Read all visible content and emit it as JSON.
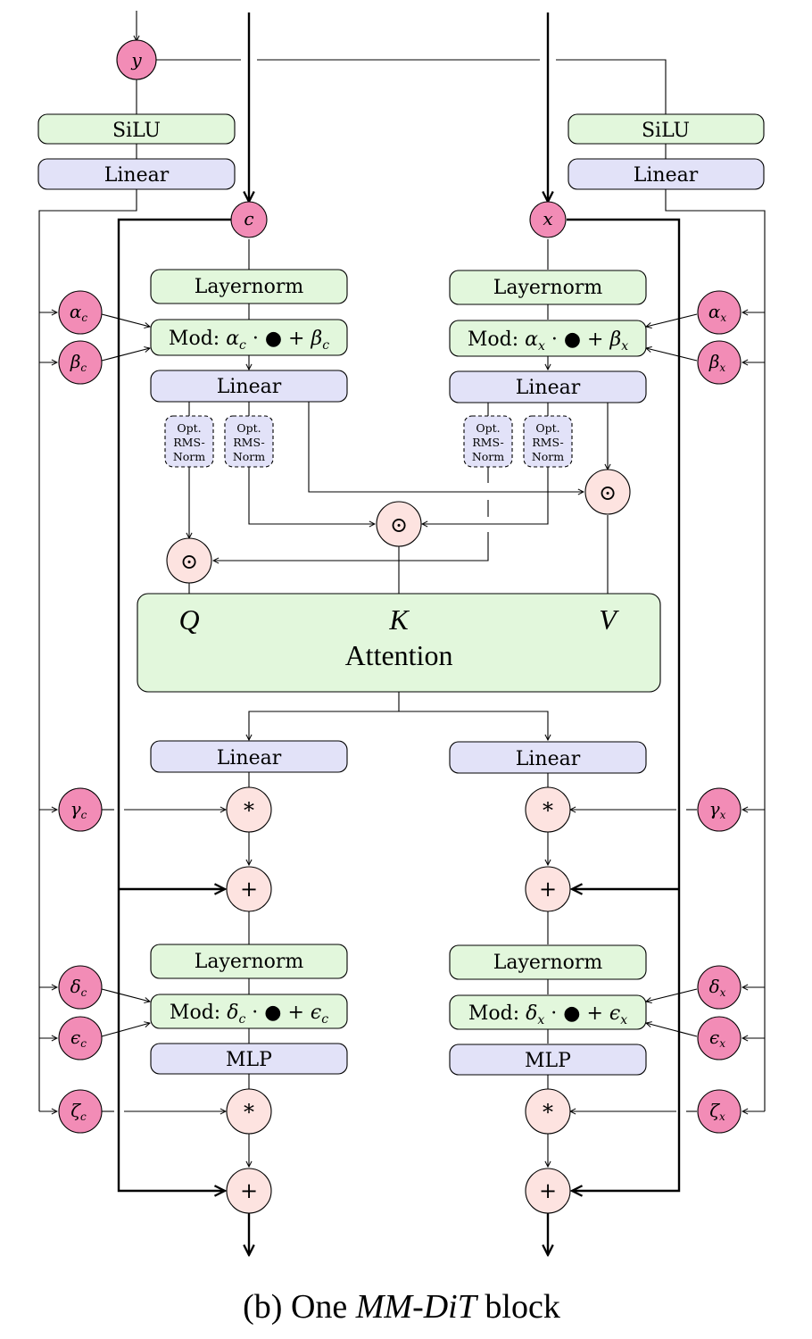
{
  "nodes": {
    "y": "y",
    "c": "c",
    "x": "x"
  },
  "activations": {
    "silu": "SiLU",
    "linear": "Linear"
  },
  "left": {
    "layernorm1": "Layernorm",
    "mod1": {
      "prefix": "Mod: ",
      "a": "α",
      "a_sub": "c",
      "mid": " · ● + ",
      "b": "β",
      "b_sub": "c"
    },
    "linear1": "Linear",
    "rms1": [
      "Opt.",
      "RMS-",
      "Norm"
    ],
    "rms2": [
      "Opt.",
      "RMS-",
      "Norm"
    ],
    "linear2": "Linear",
    "layernorm2": "Layernorm",
    "mod2": {
      "prefix": "Mod: ",
      "a": "δ",
      "a_sub": "c",
      "mid": " · ● + ",
      "b": "ϵ",
      "b_sub": "c"
    },
    "mlp": "MLP"
  },
  "right": {
    "layernorm1": "Layernorm",
    "mod1": {
      "prefix": "Mod: ",
      "a": "α",
      "a_sub": "x",
      "mid": " · ● + ",
      "b": "β",
      "b_sub": "x"
    },
    "linear1": "Linear",
    "rms1": [
      "Opt.",
      "RMS-",
      "Norm"
    ],
    "rms2": [
      "Opt.",
      "RMS-",
      "Norm"
    ],
    "linear2": "Linear",
    "layernorm2": "Layernorm",
    "mod2": {
      "prefix": "Mod: ",
      "a": "δ",
      "a_sub": "x",
      "mid": " · ● + ",
      "b": "ϵ",
      "b_sub": "x"
    },
    "mlp": "MLP"
  },
  "params_left": [
    {
      "sym": "α",
      "sub": "c"
    },
    {
      "sym": "β",
      "sub": "c"
    },
    {
      "sym": "γ",
      "sub": "c"
    },
    {
      "sym": "δ",
      "sub": "c"
    },
    {
      "sym": "ϵ",
      "sub": "c"
    },
    {
      "sym": "ζ",
      "sub": "c"
    }
  ],
  "params_right": [
    {
      "sym": "α",
      "sub": "x"
    },
    {
      "sym": "β",
      "sub": "x"
    },
    {
      "sym": "γ",
      "sub": "x"
    },
    {
      "sym": "δ",
      "sub": "x"
    },
    {
      "sym": "ϵ",
      "sub": "x"
    },
    {
      "sym": "ζ",
      "sub": "x"
    }
  ],
  "operators": {
    "hadamard": "⊙",
    "mul": "*",
    "add": "+"
  },
  "attention": {
    "q": "Q",
    "k": "K",
    "v": "V",
    "label": "Attention"
  },
  "caption": {
    "prefix": "(b) One ",
    "emph": "MM-DiT",
    "suffix": " block"
  },
  "colors": {
    "green": "#e2f7dc",
    "blue": "#e2e2f8",
    "pink_node": "#f28cb6",
    "op_fill": "#fde3e0"
  }
}
